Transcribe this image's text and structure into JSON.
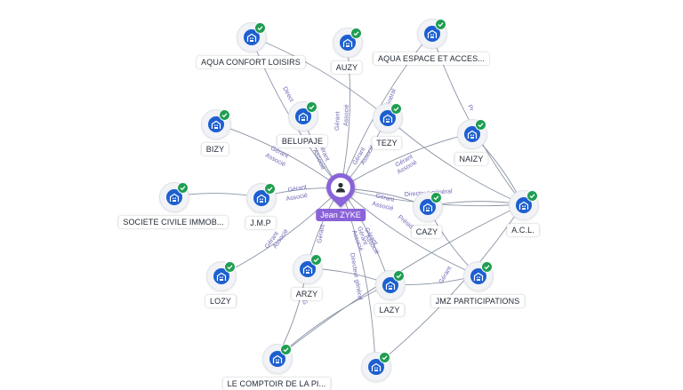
{
  "colors": {
    "person": "#8a63d9",
    "company": "#1d5fcf",
    "verified": "#1f9e52",
    "edge": "#8a94a6",
    "edge_label": "#6f67b5"
  },
  "center": {
    "name": "Jean ZYKE",
    "icon": "person-icon"
  },
  "companies": {
    "aqua_confort": {
      "name": "AQUA CONFORT LOISIRS",
      "icon": "building-icon"
    },
    "auzy": {
      "name": "AUZY",
      "icon": "building-icon"
    },
    "aqua_espace": {
      "name": "AQUA ESPACE ET ACCES...",
      "icon": "building-icon"
    },
    "bizy": {
      "name": "BIZY",
      "icon": "building-icon"
    },
    "belupaje": {
      "name": "BELUPAJE",
      "icon": "building-icon"
    },
    "tezy": {
      "name": "TEZY",
      "icon": "building-icon"
    },
    "naizy": {
      "name": "NAIZY",
      "icon": "building-icon"
    },
    "sci": {
      "name": "SOCIETE CIVILE IMMOB...",
      "icon": "building-icon"
    },
    "jmp": {
      "name": "J.M.P",
      "icon": "building-icon"
    },
    "cazy": {
      "name": "CAZY",
      "icon": "building-icon"
    },
    "acl": {
      "name": "A.C.L.",
      "icon": "building-icon"
    },
    "lozy": {
      "name": "LOZY",
      "icon": "building-icon"
    },
    "arzy": {
      "name": "ARZY",
      "icon": "building-icon"
    },
    "lazy": {
      "name": "LAZY",
      "icon": "building-icon"
    },
    "jmz": {
      "name": "JMZ PARTICIPATIONS",
      "icon": "building-icon"
    },
    "comptoir": {
      "name": "LE COMPTOIR DE LA PI...",
      "icon": "building-icon"
    },
    "bottom": {
      "name": "",
      "icon": "building-icon"
    }
  },
  "edge_labels": {
    "directeur_aqua": "Direct",
    "gerant_auzy": "Gérant",
    "associe_auzy": "Associé",
    "general_aqua_espace": "général",
    "gerant_belupaje": "Gérant",
    "associe_belupaje": "Associé",
    "gerant_tezy": "Gérant",
    "associe_tezy": "Associé",
    "pr_naizy": "Pr",
    "gerant_bizy": "Gérant",
    "associe_bizy": "Associé",
    "gerant_naizy": "Gérant",
    "associe_naizy": "Associé",
    "gerant_jmp": "Gérant",
    "associe_jmp": "Associé",
    "gerant_cazy": "Gérant",
    "associe_cazy": "Associé",
    "directeur_acl": "Directeur général",
    "gerant_lozy": "Gérant",
    "associe_lozy": "Associé",
    "gerant_arzy": "Gérant",
    "gerant_lazy": "Gérant",
    "associe_lazy": "Associé",
    "gerant_jmz": "Gérant",
    "associe_jmz": "Associé",
    "president_jmz": "Président",
    "directeur_bottom": "Directeur général",
    "g_comptoir": "G",
    "gerant_bottom": "Gérant"
  }
}
